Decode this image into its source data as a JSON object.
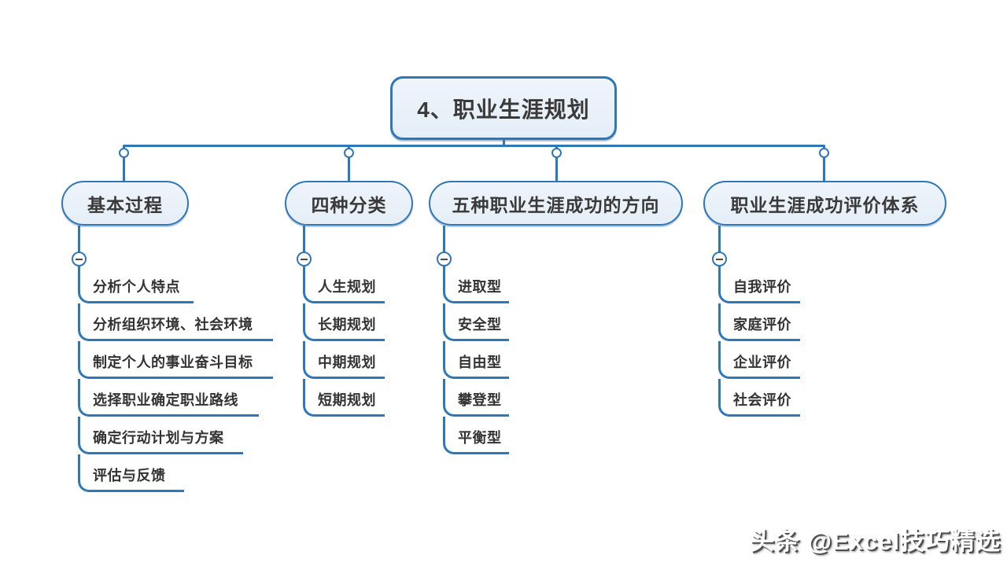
{
  "root": {
    "label": "4、职业生涯规划"
  },
  "branches": [
    {
      "label": "基本过程",
      "children": [
        "分析个人特点",
        "分析组织环境、社会环境",
        "制定个人的事业奋斗目标",
        "选择职业确定职业路线",
        "确定行动计划与方案",
        "评估与反馈"
      ]
    },
    {
      "label": "四种分类",
      "children": [
        "人生规划",
        "长期规划",
        "中期规划",
        "短期规划"
      ]
    },
    {
      "label": "五种职业生涯成功的方向",
      "children": [
        "进取型",
        "安全型",
        "自由型",
        "攀登型",
        "平衡型"
      ]
    },
    {
      "label": "职业生涯成功评价体系",
      "children": [
        "自我评价",
        "家庭评价",
        "企业评价",
        "社会评价"
      ]
    }
  ],
  "icons": {
    "collapse": "minus-icon",
    "branch_point": "circle-dot-icon"
  },
  "colors": {
    "line": "#2E77B8",
    "node_fill": "#E9F0F8",
    "node_border": "#2E77B8",
    "text": "#3A3A3A",
    "background": "#FFFFFF",
    "watermark_text": "#FFFFFF",
    "watermark_shadow": "#4D4D4D"
  },
  "watermark": "头条 @Excel技巧精选"
}
